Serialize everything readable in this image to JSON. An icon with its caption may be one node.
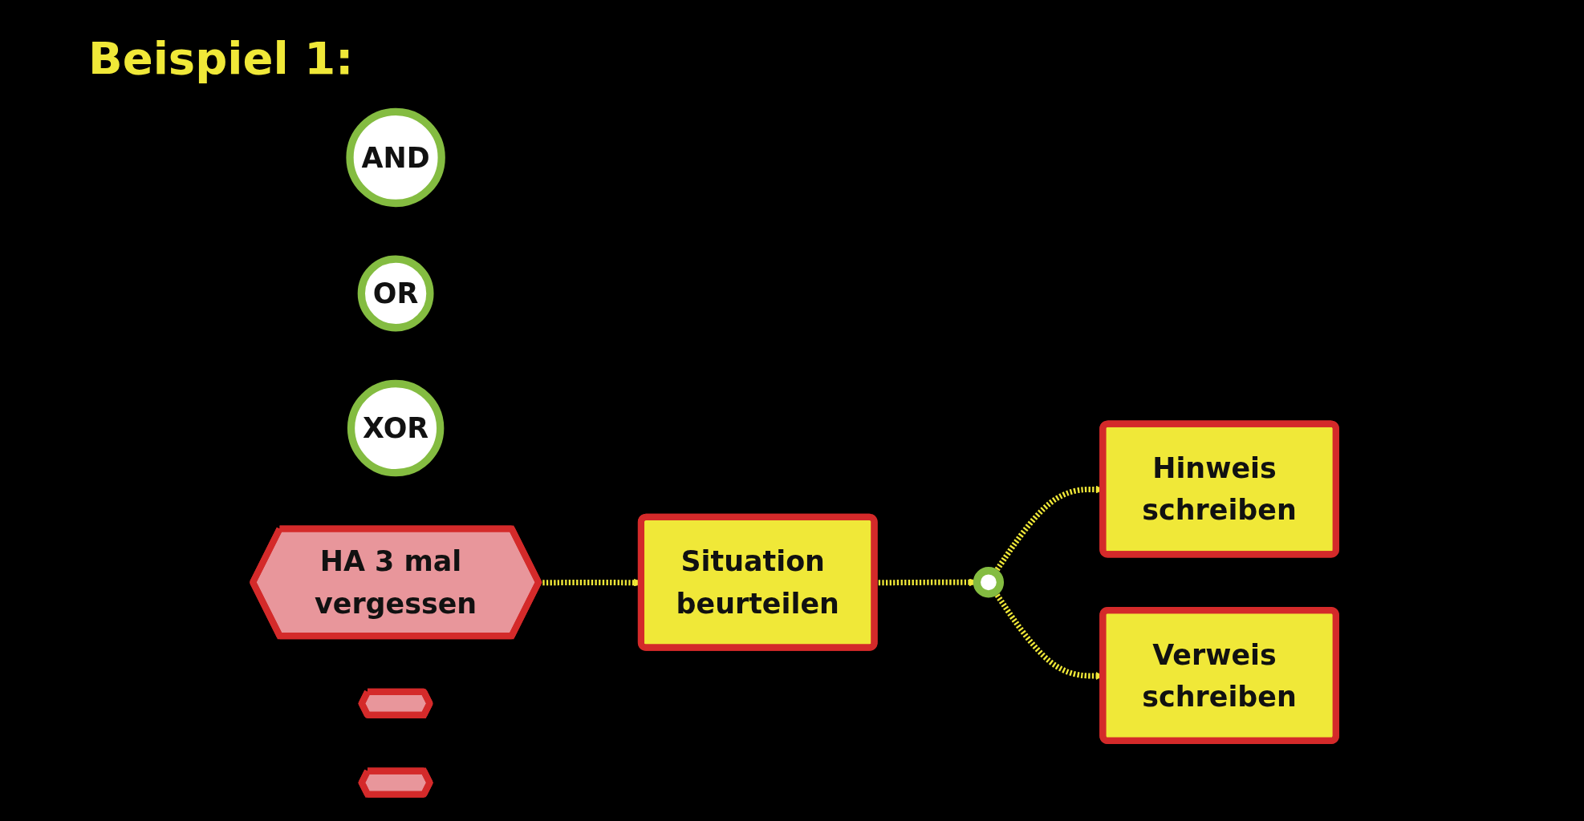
{
  "diagram": {
    "title": "Beispiel 1:",
    "nodes": [
      {
        "text": [
          "AND"
        ]
      },
      {
        "text": [
          "OR"
        ]
      },
      {
        "text": [
          "XOR"
        ]
      },
      {
        "text": [
          "HA 3 mal vergessen"
        ]
      },
      {
        "text": [
          "Situation beurteilen"
        ]
      },
      {
        "text": [],
        "shape": "circle"
      },
      {
        "text": [
          "Hinweis schreiben"
        ]
      },
      {
        "text": [],
        "shape": "hexagon"
      },
      {
        "text": [
          "Verweis schreiben"
        ]
      },
      {
        "text": [],
        "shape": "hexagon"
      }
    ],
    "edges": [
      {
        "from": 3,
        "to": 4,
        "arrow": "to",
        "style": "dashed"
      },
      {
        "from": 4,
        "to": 5,
        "arrow": "to",
        "style": "dashed"
      },
      {
        "from": 5,
        "to": 6,
        "arrow": "to",
        "style": "dashed"
      },
      {
        "from": 5,
        "to": 8,
        "arrow": "to",
        "style": "dashed"
      }
    ]
  }
}
